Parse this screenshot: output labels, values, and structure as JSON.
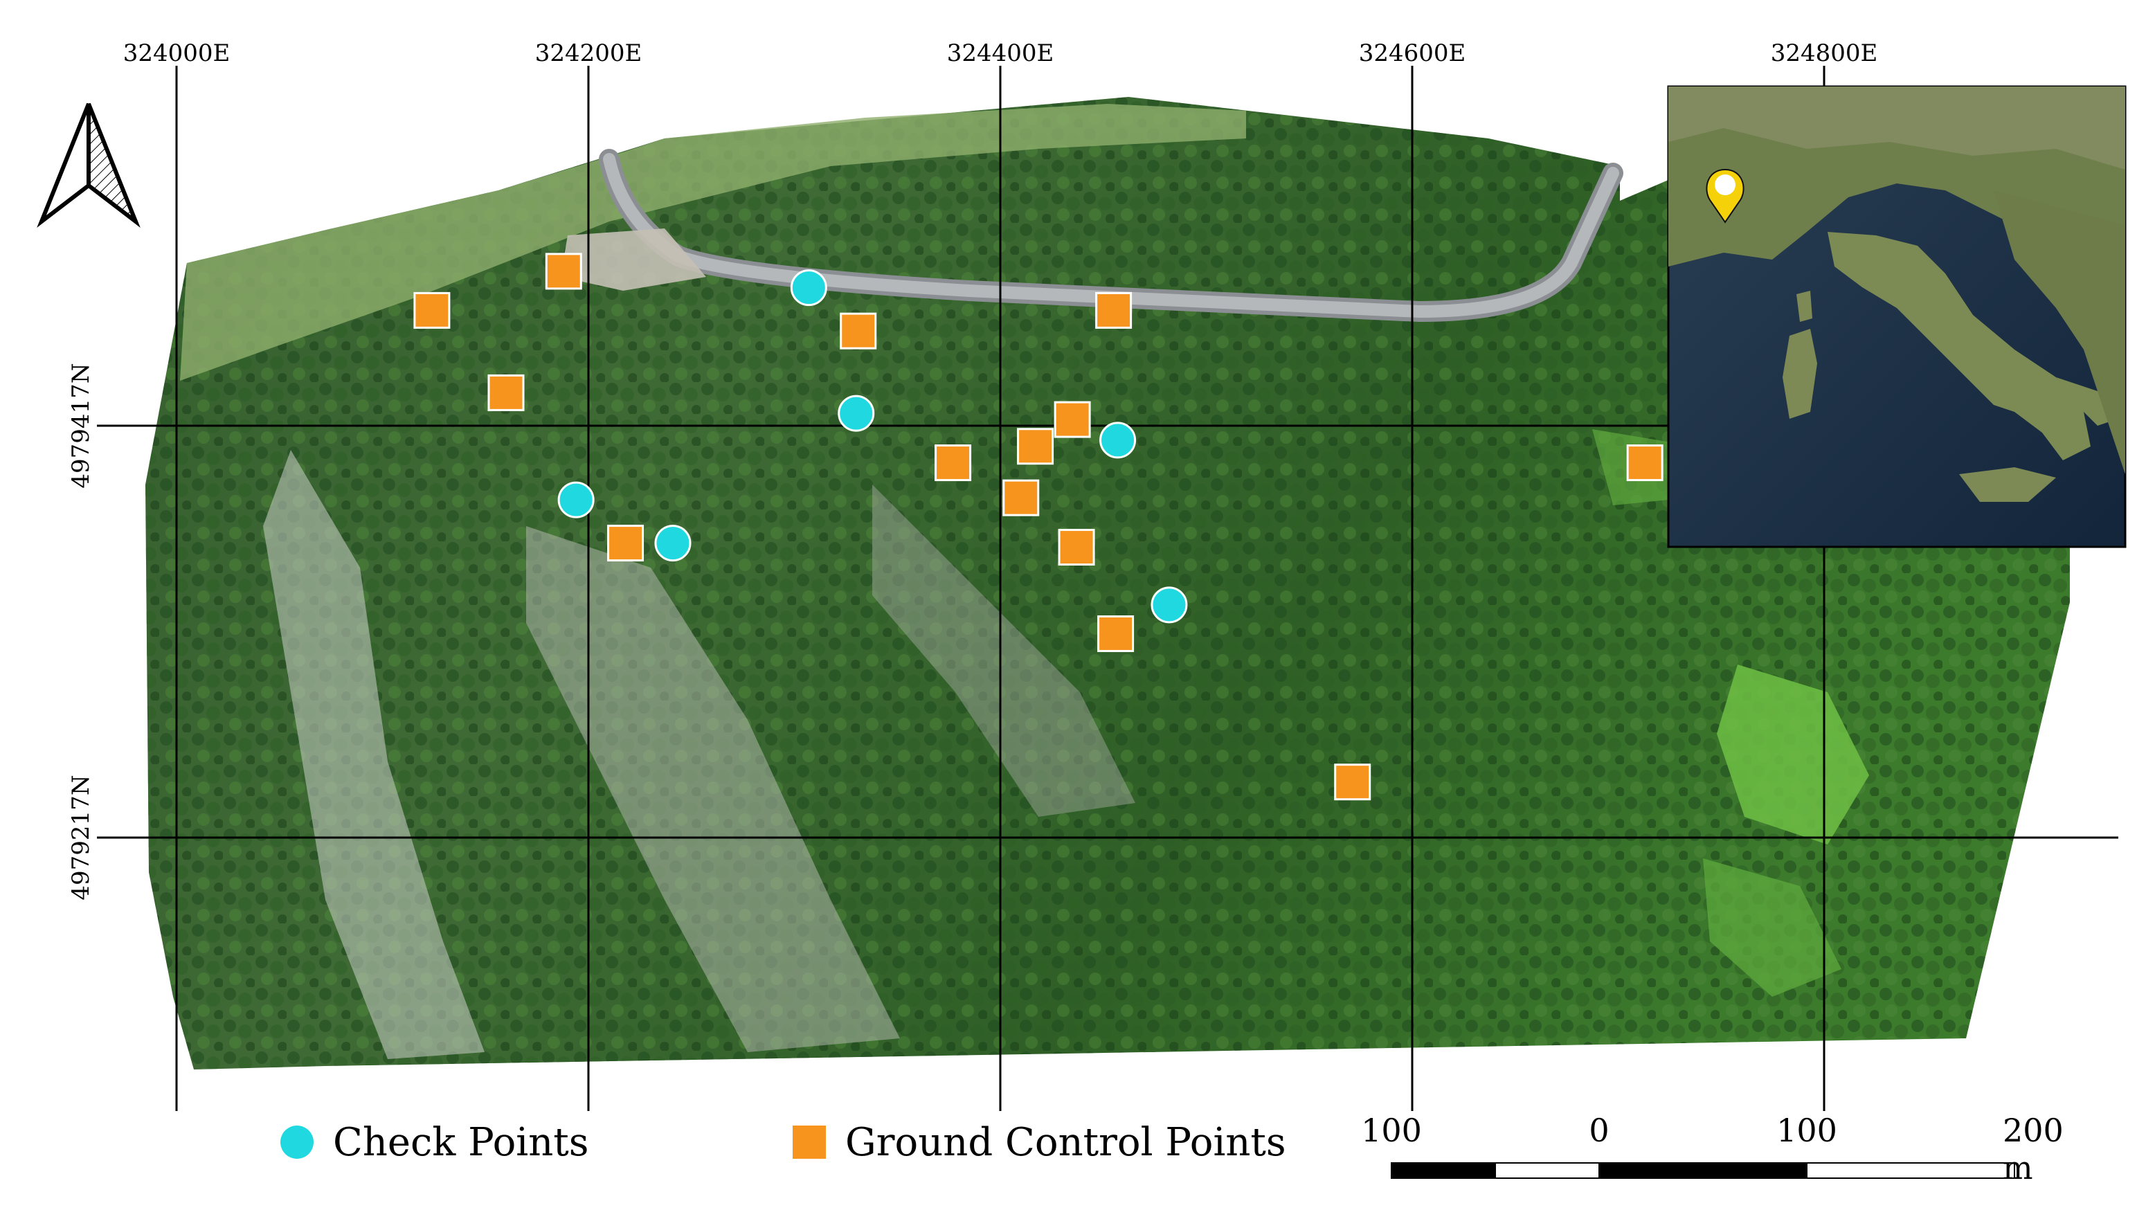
{
  "grid": {
    "eastings": [
      "324000E",
      "324200E",
      "324400E",
      "324600E",
      "324800E"
    ],
    "northings": [
      "4979417N",
      "4979217N"
    ]
  },
  "north_arrow": {
    "icon": "north-arrow-icon"
  },
  "inset": {
    "icon": "location-pin-icon",
    "pin_color": "#f5d10a"
  },
  "check_points": {
    "label": "Check Points",
    "color": "#1fd8e0",
    "points": [
      {
        "e": 324307,
        "n": 4979484
      },
      {
        "e": 324330,
        "n": 4979423
      },
      {
        "e": 324457,
        "n": 4979410
      },
      {
        "e": 324194,
        "n": 4979381
      },
      {
        "e": 324241,
        "n": 4979360
      },
      {
        "e": 324482,
        "n": 4979330
      }
    ]
  },
  "ground_control_points": {
    "label": "Ground Control Points",
    "color": "#f7941d",
    "points": [
      {
        "e": 324188,
        "n": 4979492
      },
      {
        "e": 324124,
        "n": 4979473
      },
      {
        "e": 324331,
        "n": 4979463
      },
      {
        "e": 324455,
        "n": 4979473
      },
      {
        "e": 324160,
        "n": 4979433
      },
      {
        "e": 324435,
        "n": 4979420
      },
      {
        "e": 324417,
        "n": 4979407
      },
      {
        "e": 324377,
        "n": 4979399
      },
      {
        "e": 324410,
        "n": 4979382
      },
      {
        "e": 324713,
        "n": 4979399
      },
      {
        "e": 324218,
        "n": 4979360
      },
      {
        "e": 324437,
        "n": 4979358
      },
      {
        "e": 324456,
        "n": 4979316
      },
      {
        "e": 324571,
        "n": 4979244
      }
    ]
  },
  "scale_bar": {
    "labels": [
      "100",
      "0",
      "100",
      "200 m"
    ]
  }
}
